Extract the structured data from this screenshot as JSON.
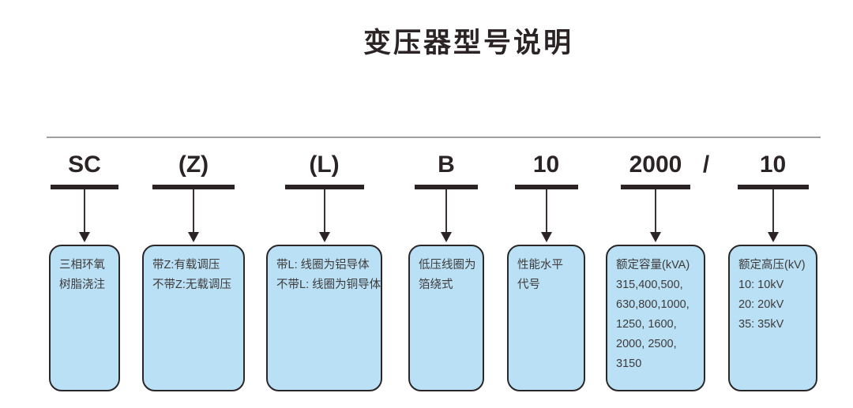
{
  "title": "变压器型号说明",
  "code_row": {
    "separator": "/"
  },
  "columns": [
    {
      "code": "SC",
      "lines": [
        "三相环氧",
        "树脂浇注"
      ]
    },
    {
      "code": "(Z)",
      "lines": [
        "带Z:有载调压",
        "不带Z:无载调压"
      ]
    },
    {
      "code": "(L)",
      "lines": [
        "带L: 线圈为铝导体",
        "不带L: 线圈为铜导体"
      ]
    },
    {
      "code": "B",
      "lines": [
        "低压线圈为",
        "箔绕式"
      ]
    },
    {
      "code": "10",
      "lines": [
        "性能水平",
        "代号"
      ]
    },
    {
      "code": "2000",
      "lines": [
        "额定容量(kVA)",
        "315,400,500,",
        "630,800,1000,",
        "1250, 1600,",
        "2000, 2500,",
        "3150"
      ]
    },
    {
      "code": "10",
      "lines": [
        "额定高压(kV)",
        "10: 10kV",
        "20: 20kV",
        "35: 35kV"
      ]
    }
  ],
  "colors": {
    "box_fill": "#b9e0f5",
    "box_border": "#2b2627",
    "ink": "#2b2324",
    "box_text": "#3f3a3a",
    "divider_gray": "#a0a0a0"
  }
}
